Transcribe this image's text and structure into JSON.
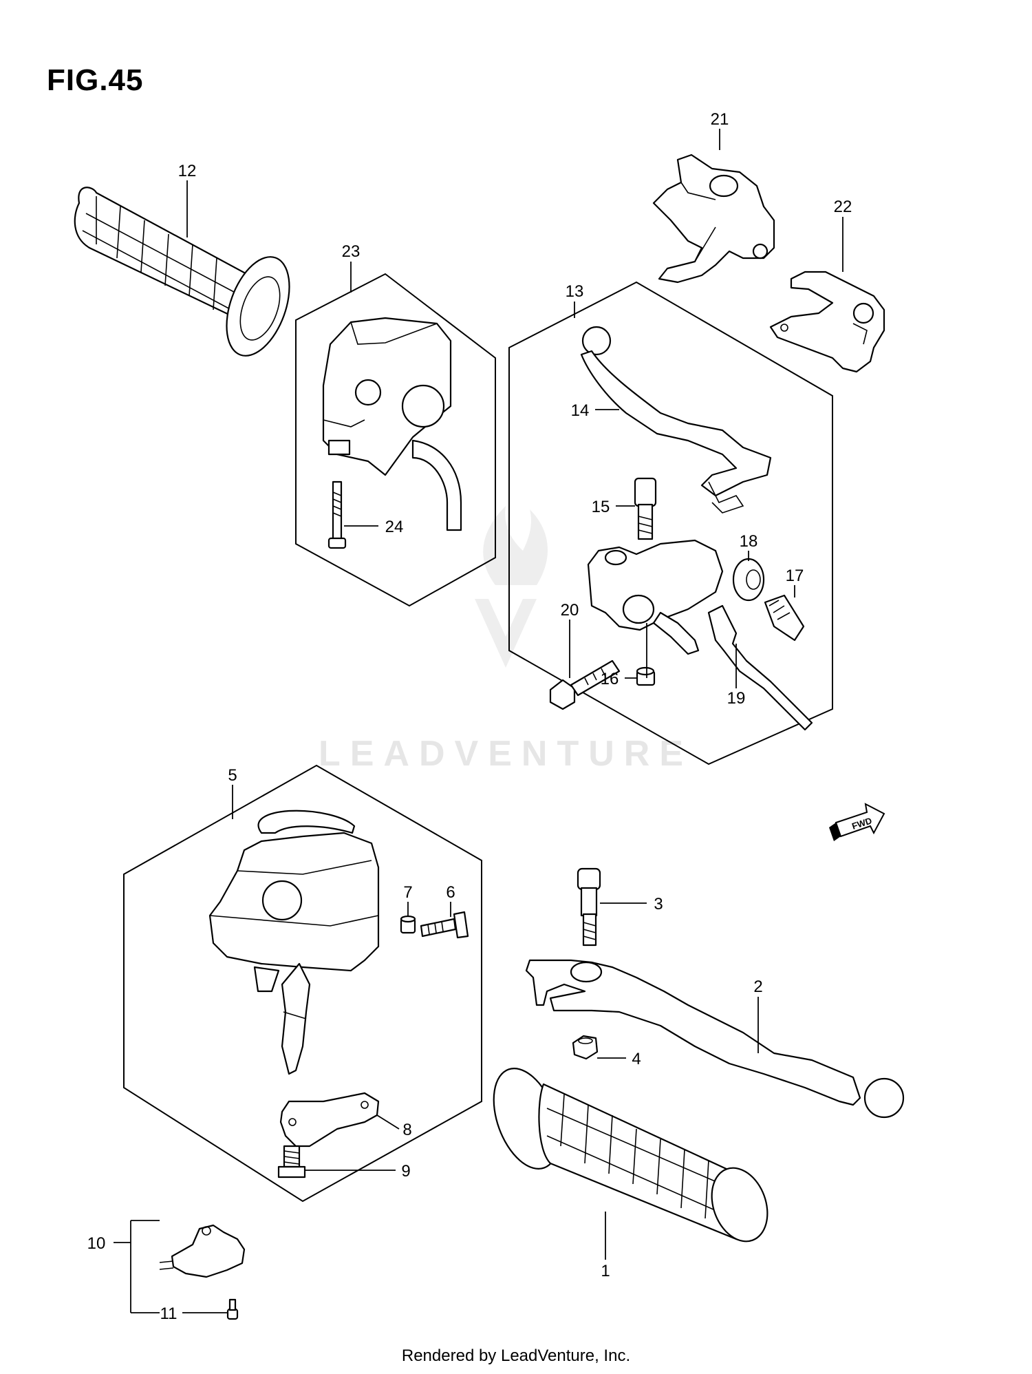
{
  "figure": {
    "title": "FIG.45",
    "footer": "Rendered by LeadVenture, Inc.",
    "watermark": "LEADVENTURE",
    "fwd_label": "FWD"
  },
  "callouts": [
    "1",
    "2",
    "3",
    "4",
    "5",
    "6",
    "7",
    "8",
    "9",
    "10",
    "11",
    "12",
    "13",
    "14",
    "15",
    "16",
    "17",
    "18",
    "19",
    "20",
    "21",
    "22",
    "23",
    "24"
  ]
}
